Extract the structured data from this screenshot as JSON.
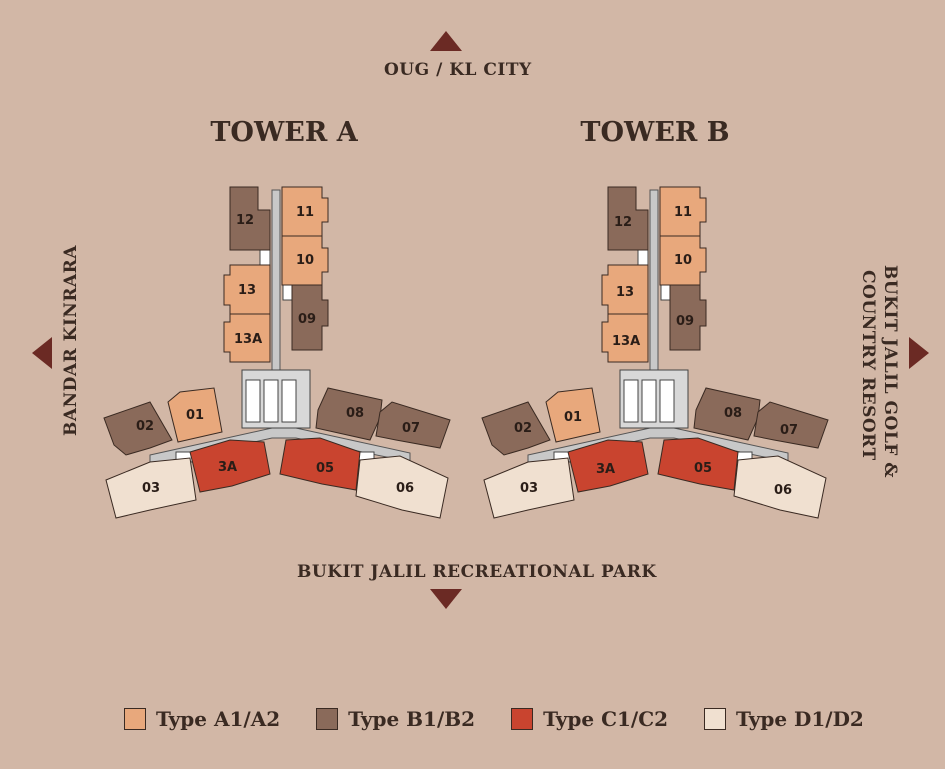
{
  "directions": {
    "north": "OUG / KL CITY",
    "south": "BUKIT JALIL RECREATIONAL PARK",
    "west": "BANDAR KINRARA",
    "east_line1": "BUKIT JALIL GOLF &",
    "east_line2": "COUNTRY RESORT"
  },
  "towers": [
    {
      "title": "TOWER A",
      "units": [
        "12",
        "11",
        "10",
        "13",
        "09",
        "13A",
        "02",
        "01",
        "08",
        "07",
        "03",
        "3A",
        "05",
        "06"
      ]
    },
    {
      "title": "TOWER B",
      "units": [
        "12",
        "11",
        "10",
        "13",
        "09",
        "13A",
        "02",
        "01",
        "08",
        "07",
        "03",
        "3A",
        "05",
        "06"
      ]
    }
  ],
  "legend": [
    {
      "label": "Type A1/A2",
      "color": "#e8a87c"
    },
    {
      "label": "Type B1/B2",
      "color": "#8a6a5a"
    },
    {
      "label": "Type C1/C2",
      "color": "#c9442f"
    },
    {
      "label": "Type D1/D2",
      "color": "#f0e0d0"
    }
  ],
  "colors": {
    "background": "#d2b7a6",
    "arrow": "#6b2a24",
    "corridor": "#c8c8c8",
    "text": "#3a2a22"
  }
}
